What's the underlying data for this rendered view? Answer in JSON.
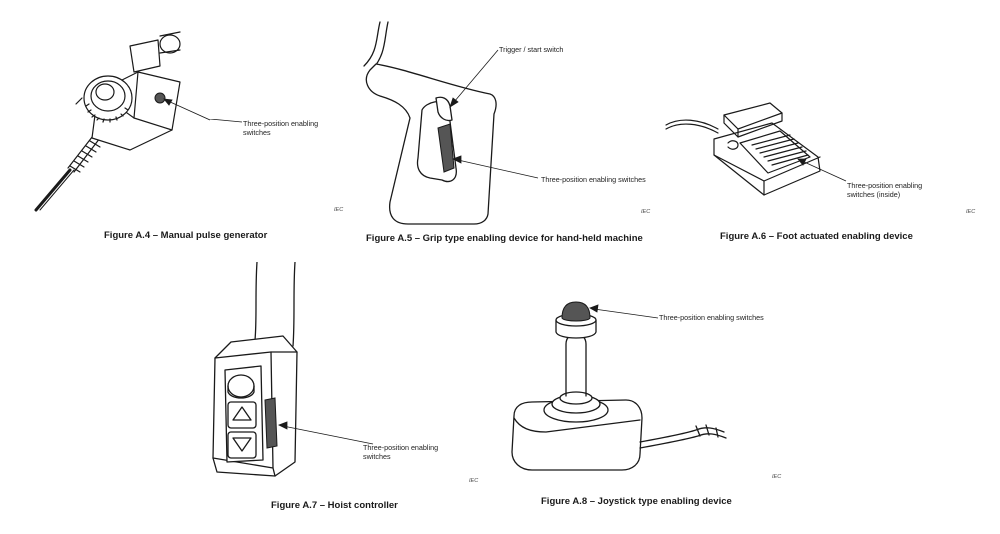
{
  "figures": [
    {
      "id": "A.4",
      "caption": "Figure A.4 – Manual pulse generator",
      "callouts": [
        "Three-position enabling",
        "switches"
      ],
      "mark": "IEC"
    },
    {
      "id": "A.5",
      "caption": "Figure A.5 – Grip type enabling device for hand-held machine",
      "callouts": [
        "Trigger / start switch",
        "Three-position enabling switches"
      ],
      "mark": "IEC"
    },
    {
      "id": "A.6",
      "caption": "Figure A.6 – Foot actuated enabling device",
      "callouts": [
        "Three-position enabling",
        "switches (inside)"
      ],
      "mark": "IEC"
    },
    {
      "id": "A.7",
      "caption": "Figure A.7 – Hoist controller",
      "callouts": [
        "Three-position enabling",
        "switches"
      ],
      "mark": "IEC"
    },
    {
      "id": "A.8",
      "caption": "Figure A.8 – Joystick type enabling device",
      "callouts": [
        "Three-position enabling switches"
      ],
      "mark": "IEC"
    }
  ],
  "colors": {
    "line": "#1a1a1a",
    "switch_fill": "#555555",
    "paper": "#ffffff"
  }
}
